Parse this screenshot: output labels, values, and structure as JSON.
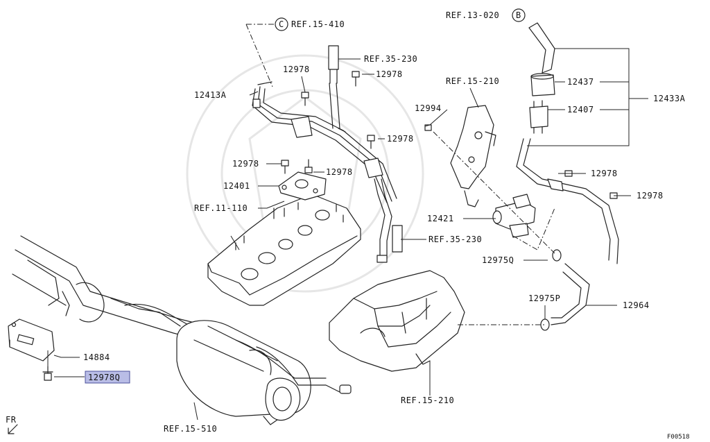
{
  "callouts": {
    "ref_15_410": "REF.15-410",
    "ref_35_230_top": "REF.35-230",
    "ref_13_020": "REF.13-020",
    "ref_15_210_top": "REF.15-210",
    "ref_11_110": "REF.11-110",
    "ref_35_230_mid": "REF.35-230",
    "ref_15_210_bottom": "REF.15-210",
    "ref_15_510": "REF.15-510",
    "p12413a": "12413A",
    "p12978_a": "12978",
    "p12978_b": "12978",
    "p12978_c": "12978",
    "p12978_d": "12978",
    "p12978_e": "12978",
    "p12978_f": "12978",
    "p12978_g": "12978",
    "p12401": "12401",
    "p12994": "12994",
    "p12437": "12437",
    "p12407": "12407",
    "p12433a": "12433A",
    "p12421": "12421",
    "p12975q": "12975Q",
    "p12975p": "12975P",
    "p12964": "12964",
    "p14884": "14884",
    "p12978q": "12978Q",
    "circle_c": "C",
    "circle_b": "B",
    "fr": "FR",
    "figure_code": "F00518"
  },
  "highlight_color": "#b9bde6"
}
